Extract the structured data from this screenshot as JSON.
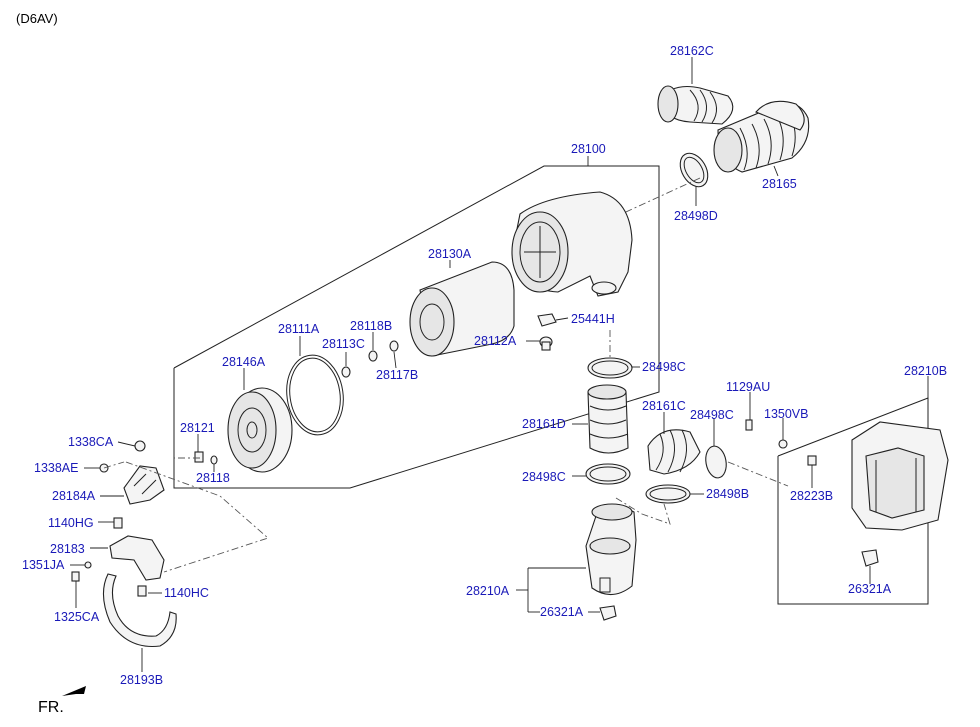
{
  "header": {
    "variant": "(D6AV)",
    "direction": "FR."
  },
  "labels": {
    "p28162C": "28162C",
    "p28165": "28165",
    "p28100": "28100",
    "p28498D": "28498D",
    "p28130A": "28130A",
    "p25441H": "25441H",
    "p28112A": "28112A",
    "p28118B": "28118B",
    "p28111A": "28111A",
    "p28113C": "28113C",
    "p28117B": "28117B",
    "p28146A": "28146A",
    "p28121": "28121",
    "p28118": "28118",
    "p1338CA": "1338CA",
    "p1338AE": "1338AE",
    "p28184A": "28184A",
    "p1140HG": "1140HG",
    "p28183": "28183",
    "p1351JA": "1351JA",
    "p1325CA": "1325CA",
    "p1140HC": "1140HC",
    "p28193B": "28193B",
    "p28498C_top": "28498C",
    "p28161D": "28161D",
    "p28161C": "28161C",
    "p28498C_mid": "28498C",
    "p28498C_low": "28498C",
    "p28498B": "28498B",
    "p28210A": "28210A",
    "p26321A_mid": "26321A",
    "p1129AU": "1129AU",
    "p1350VB": "1350VB",
    "p28210B": "28210B",
    "p28223B": "28223B",
    "p26321A_right": "26321A"
  },
  "colors": {
    "label": "#1a1ab8",
    "outline": "#222222",
    "background": "#ffffff"
  }
}
